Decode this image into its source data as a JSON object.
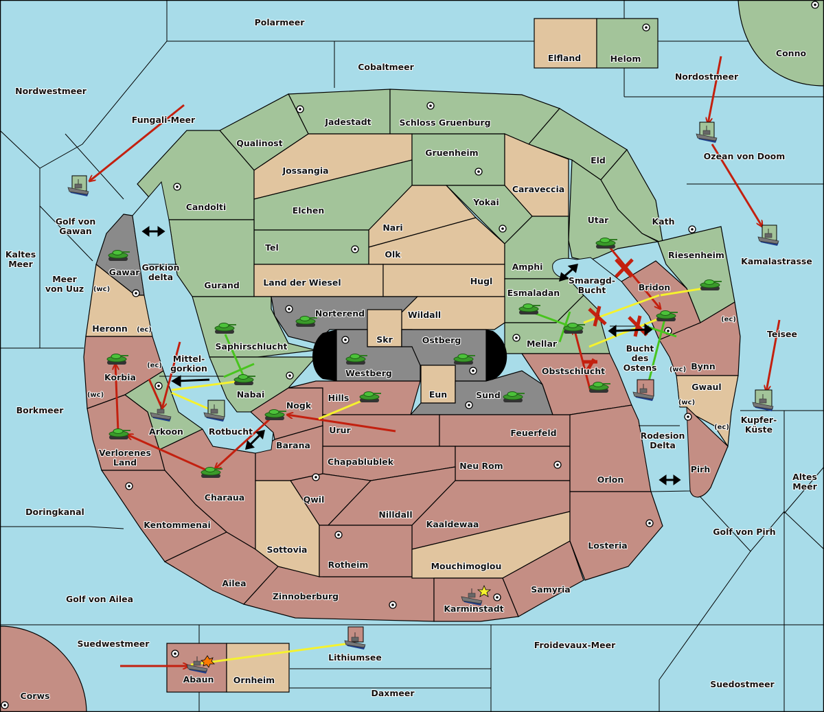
{
  "title": "Diplomacy map",
  "colors": {
    "sea": "#a8dce9",
    "power_green": "#a3c49a",
    "power_tan": "#e1c59f",
    "power_red": "#c48e84",
    "power_grey": "#8a8a8a",
    "impassable": "#000000",
    "order_red": "#c3200f",
    "order_yellow": "#f5f22e",
    "order_green": "#48c41e",
    "order_black": "#000000"
  },
  "labels": {
    "polarmeer": "Polarmeer",
    "cobaltmeer": "Cobaltmeer",
    "nordwestmeer": "Nordwestmeer",
    "fungali": "Fungali-Meer",
    "nordostmeer": "Nordostmeer",
    "conno": "Conno",
    "elfland": "Elfland",
    "helom": "Helom",
    "ozean": "Ozean von Doom",
    "jadestadt": "Jadestadt",
    "schloss": "Schloss Gruenburg",
    "qualinost": "Qualinost",
    "jossangia": "Jossangia",
    "gruenheim": "Gruenheim",
    "caraveccia": "Caraveccia",
    "eld": "Eld",
    "candolti": "Candolti",
    "elchen": "Elchen",
    "nari": "Nari",
    "yokai": "Yokai",
    "olk": "Olk",
    "tel": "Tel",
    "utar": "Utar",
    "kath": "Kath",
    "golf_gawan": "Golf von\nGawan",
    "kaltes": "Kaltes\nMeer",
    "meer_uuz": "Meer\nvon Uuz",
    "gawar": "Gawar",
    "gorkion": "Gorkion\ndelta",
    "gurand": "Gurand",
    "land_wiesel": "Land der Wiesel",
    "hugl": "Hugl",
    "amphi": "Amphi",
    "riesenheim": "Riesenheim",
    "kamalastrasse": "Kamalastrasse",
    "smaragd": "Smaragd-\nBucht",
    "bridon": "Bridon",
    "esmaladan": "Esmaladan",
    "norterend": "Norterend",
    "wildall": "Wildall",
    "skr": "Skr",
    "ostberg": "Ostberg",
    "westberg": "Westberg",
    "eun": "Eun",
    "sund": "Sund",
    "hills": "Hills",
    "mellar": "Mellar",
    "obstschlucht": "Obstschlucht",
    "bucht_ostens": "Bucht\ndes\nOstens",
    "bynn": "Bynn",
    "gwaul": "Gwaul",
    "teisee": "Teisee",
    "kupfer": "Kupfer-\nKüste",
    "heronn": "Heronn",
    "saphir": "Saphirschlucht",
    "mittelgorkion": "Mittel-\ngorkion",
    "nabai": "Nabai",
    "korbia": "Korbia",
    "borkmeer": "Borkmeer",
    "arkoon": "Arkoon",
    "rotbucht": "Rotbucht",
    "nogk": "Nogk",
    "urur": "Urur",
    "feuerfeld": "Feuerfeld",
    "barana": "Barana",
    "rodesion": "Rodesion\nDelta",
    "pirh": "Pirh",
    "altes": "Altes\nMeer",
    "verlorenes": "Verlorenes\nLand",
    "chapablublek": "Chapablublek",
    "neu_rom": "Neu Rom",
    "orlon": "Orlon",
    "doringkanal": "Doringkanal",
    "kentommenai": "Kentommenai",
    "charaua": "Charaua",
    "qwil": "Qwil",
    "nilldall": "Nilldall",
    "kaaldewaa": "Kaaldewaa",
    "golf_pirh": "Golf von Pirh",
    "losteria": "Losteria",
    "sottovia": "Sottovia",
    "rotheim": "Rotheim",
    "mouchimoglou": "Mouchimoglou",
    "ailea": "Ailea",
    "golf_ailea": "Golf von Ailea",
    "zinnoberburg": "Zinnoberburg",
    "samyria": "Samyria",
    "karminstadt": "Karminstadt",
    "suedwestmeer": "Suedwestmeer",
    "froidevaux": "Froidevaux-Meer",
    "lithiumsee": "Lithiumsee",
    "abaun": "Abaun",
    "ornheim": "Ornheim",
    "daxmeer": "Daxmeer",
    "suedostmeer": "Suedostmeer",
    "corws": "Corws",
    "wc": "(wc)",
    "ec": "(ec)"
  }
}
